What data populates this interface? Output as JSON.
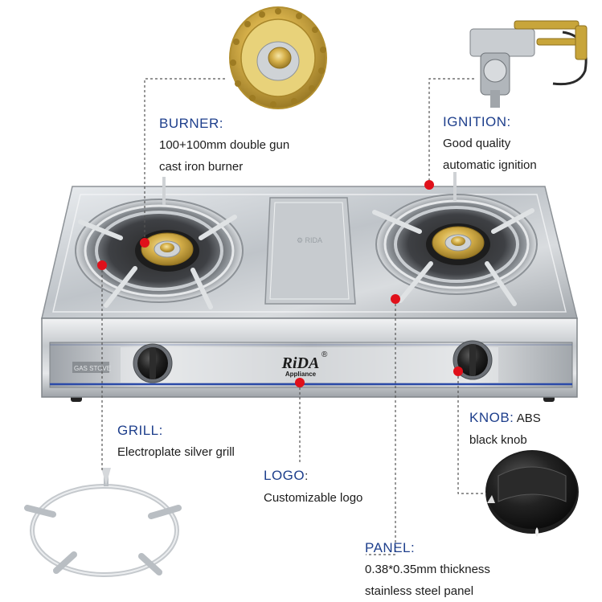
{
  "brand": {
    "logo": "RiDA",
    "logo_sub": "Appliance",
    "registered": "®"
  },
  "labels": {
    "burner": {
      "title": "BURNER:",
      "line1": "100+100mm double gun",
      "line2": "cast iron burner"
    },
    "ignition": {
      "title": "IGNITION:",
      "line1": "Good quality",
      "line2": "automatic ignition"
    },
    "grill": {
      "title": "GRILL:",
      "line1": "Electroplate silver grill"
    },
    "logo": {
      "title": "LOGO",
      "colon": ":",
      "line1": "Customizable logo"
    },
    "knob": {
      "title": "KNOB:",
      "title_suffix": "ABS",
      "line1": "black knob"
    },
    "panel": {
      "title": "PANEL:",
      "line1": "0.38*0.35mm thickness",
      "line2": "stainless steel panel"
    }
  },
  "colors": {
    "heading": "#1e3f8c",
    "marker": "#e0101a",
    "leader": "#555555",
    "steel": "#b9bec4",
    "brass": "#c8a53a",
    "knob": "#1b1b1b"
  },
  "icons": [
    "burner-cap-icon",
    "ignition-valve-icon",
    "grill-ring-icon",
    "knob-icon"
  ]
}
